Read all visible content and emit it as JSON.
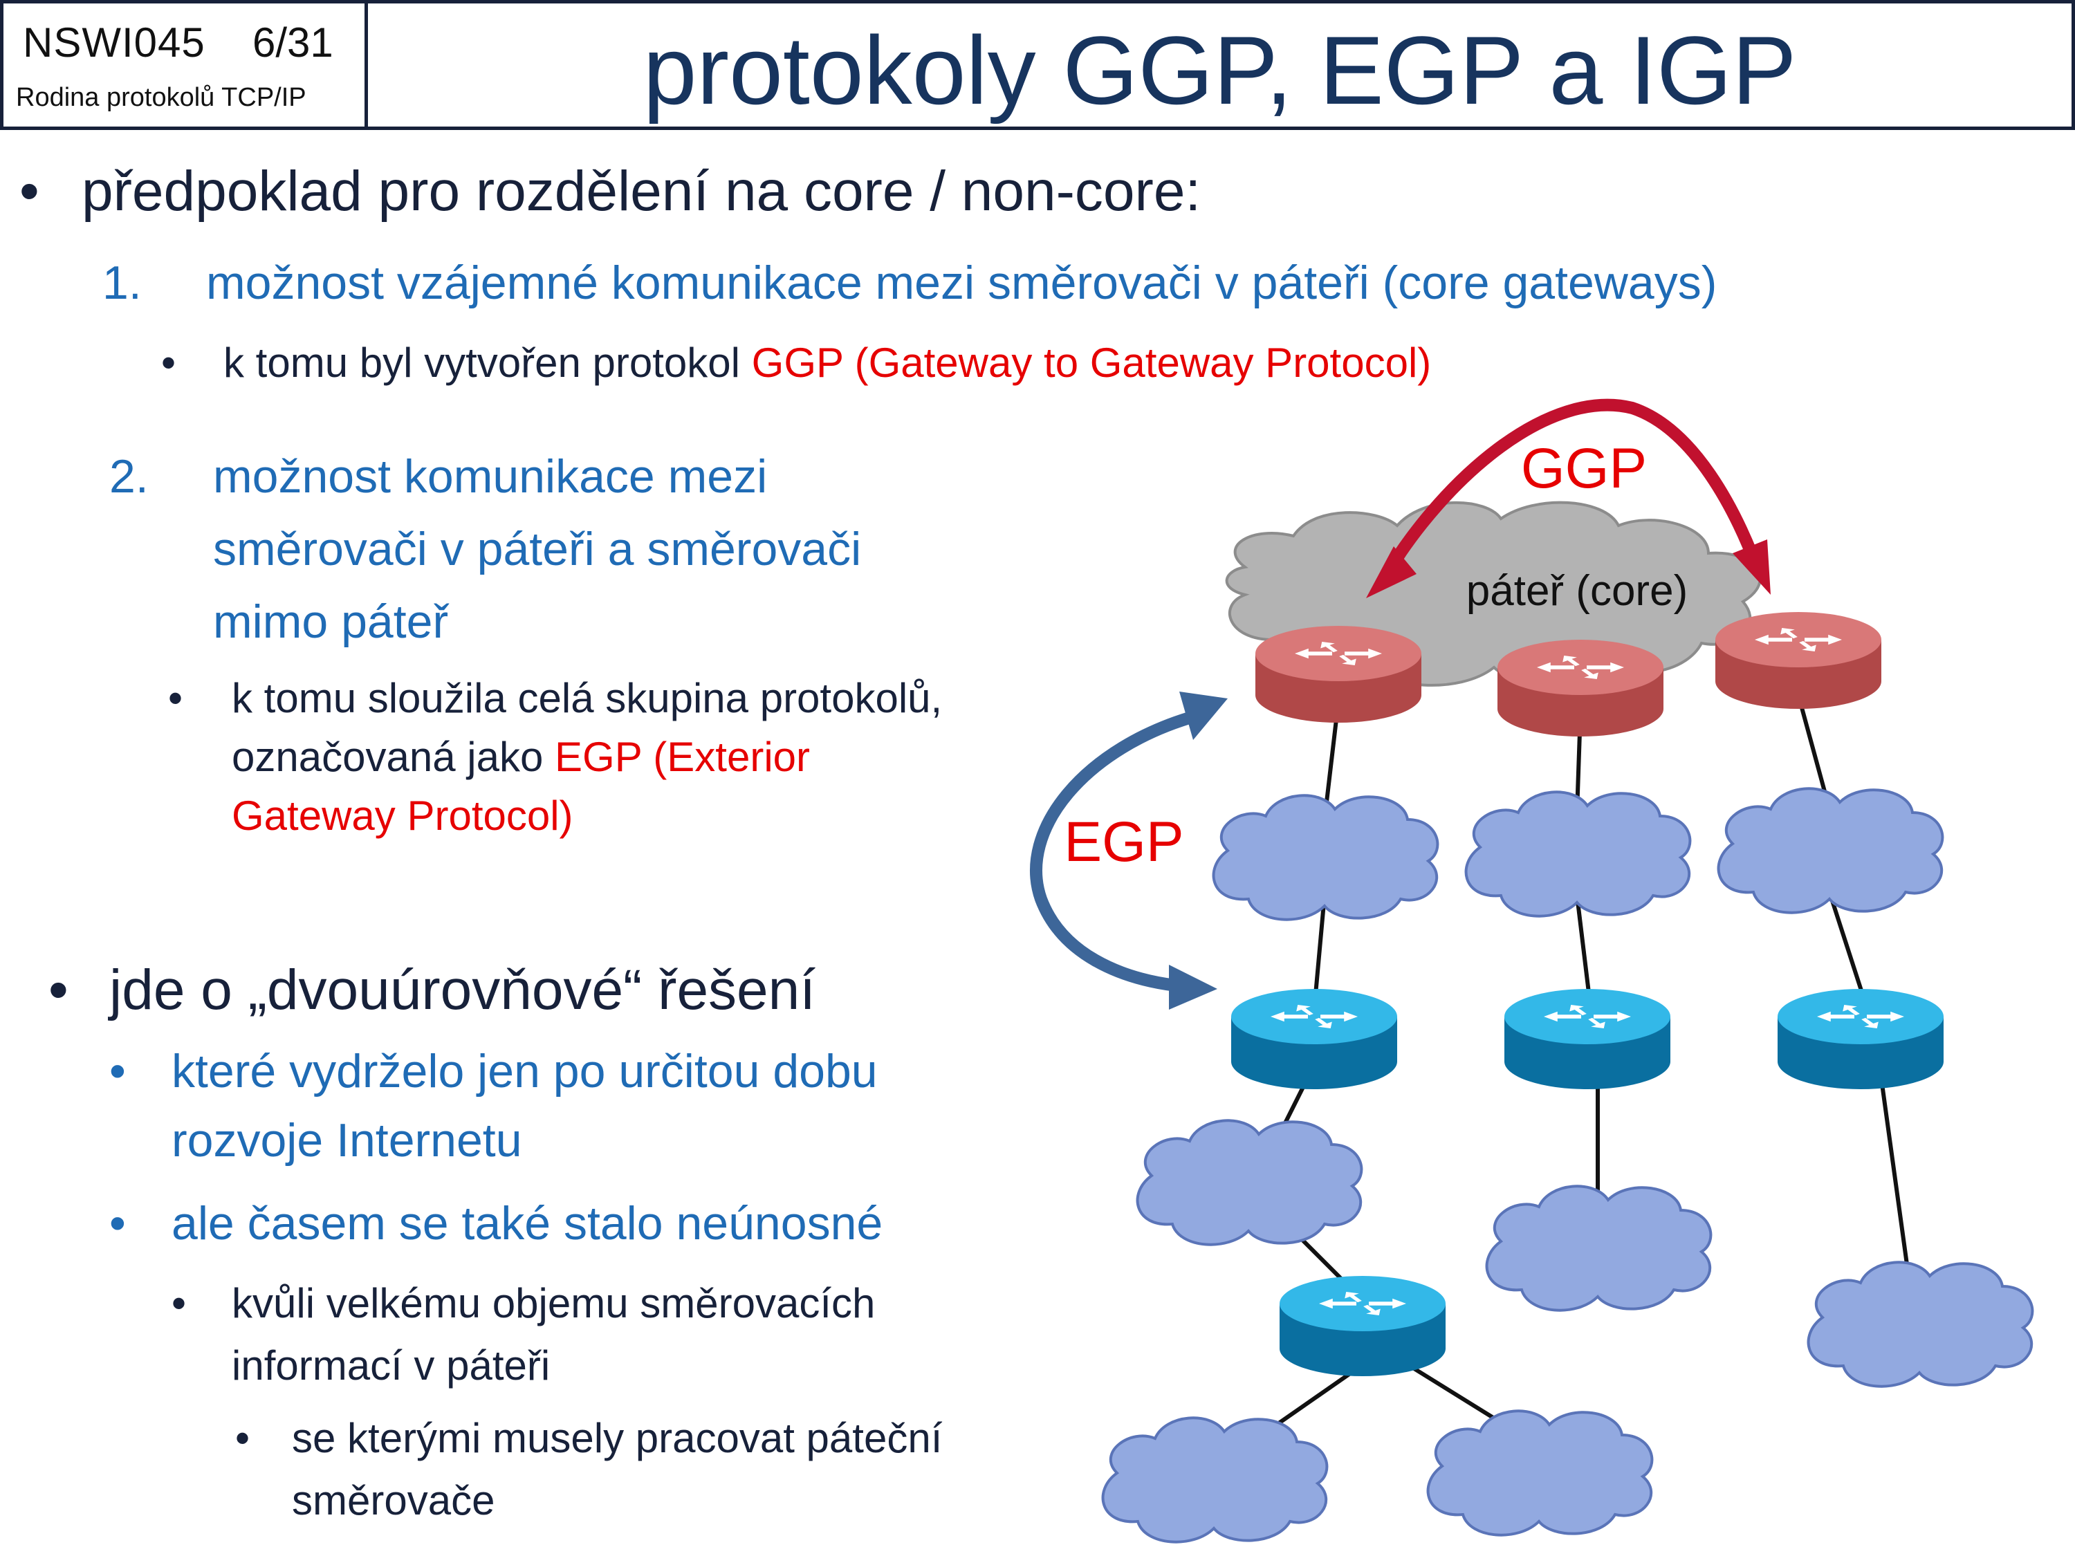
{
  "header": {
    "course_code": "NSWI045",
    "page": "6/31",
    "course_name": "Rodina protokolů TCP/IP",
    "title": "protokoly GGP, EGP a IGP"
  },
  "content": {
    "bullet1": "předpoklad pro rozdělení na core / non-core:",
    "item1_num": "1.",
    "item1_text": "možnost vzájemné komunikace mezi směrovači v páteři (core gateways)",
    "item1_sub_prefix": "k tomu byl vytvořen protokol ",
    "item1_sub_red": "GGP (Gateway to Gateway Protocol)",
    "item2_num": "2.",
    "item2_lines": [
      "možnost komunikace mezi",
      "směrovači v páteři a směrovači",
      "mimo páteř"
    ],
    "item2_sub_line1": "k tomu sloužila celá skupina protokolů,",
    "item2_sub_line2_prefix": "označovaná jako ",
    "item2_sub_line2_red": "EGP (Exterior",
    "item2_sub_line3_red": "Gateway Protocol)",
    "bullet2": "jde o „dvouúrovňové“ řešení",
    "sub2a_line1": "které vydrželo jen po určitou dobu",
    "sub2a_line2": "rozvoje Internetu",
    "sub2b": "ale časem se také stalo neúnosné",
    "sub2b_i_line1": "kvůli velkému objemu směrovacích",
    "sub2b_i_line2": "informací v páteři",
    "sub2b_ii_line1": "se kterými musely pracovat páteční",
    "sub2b_ii_line2": "směrovače"
  },
  "diagram": {
    "ggp_label": "GGP",
    "egp_label": "EGP",
    "core_label": "páteř (core)",
    "colors": {
      "core_cloud": "#b3b3b3",
      "net_cloud": "#92a9e0",
      "core_router": "#c95a5a",
      "edge_router": "#0f8fc2",
      "ggp_arrow": "#c1112e",
      "egp_arrow": "#3d6699"
    }
  }
}
